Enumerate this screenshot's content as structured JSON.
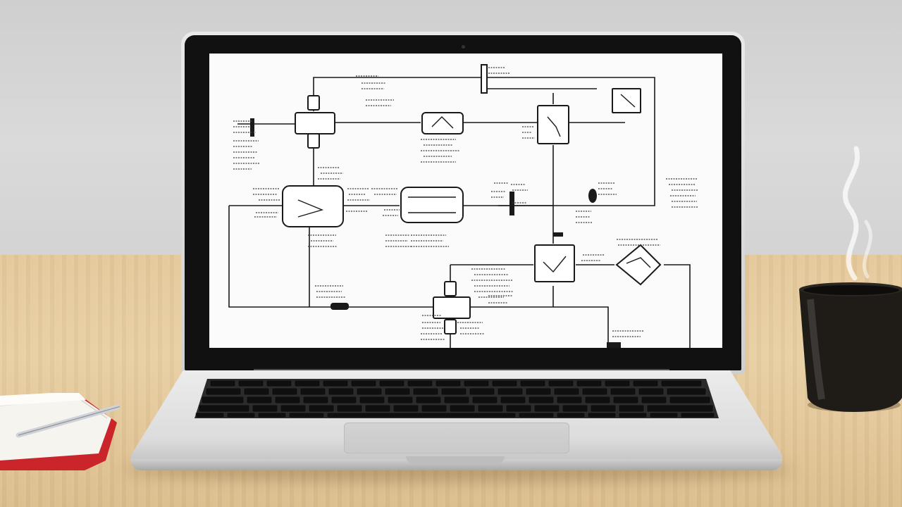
{
  "scene": {
    "subject": "laptop",
    "screen_content": "schematic-diagram",
    "colors": {
      "wall": "#d4d4d4",
      "desk": "#e2c596",
      "laptop_body": "#dcdcdc",
      "bezel": "#111111",
      "screen_bg": "#fbfbfb",
      "diagram_ink": "#1a1a1a",
      "notebook_cover": "#d8292e",
      "mug": "#1c1a17"
    }
  },
  "props": [
    "notebook",
    "pen",
    "coffee-mug",
    "steam"
  ]
}
